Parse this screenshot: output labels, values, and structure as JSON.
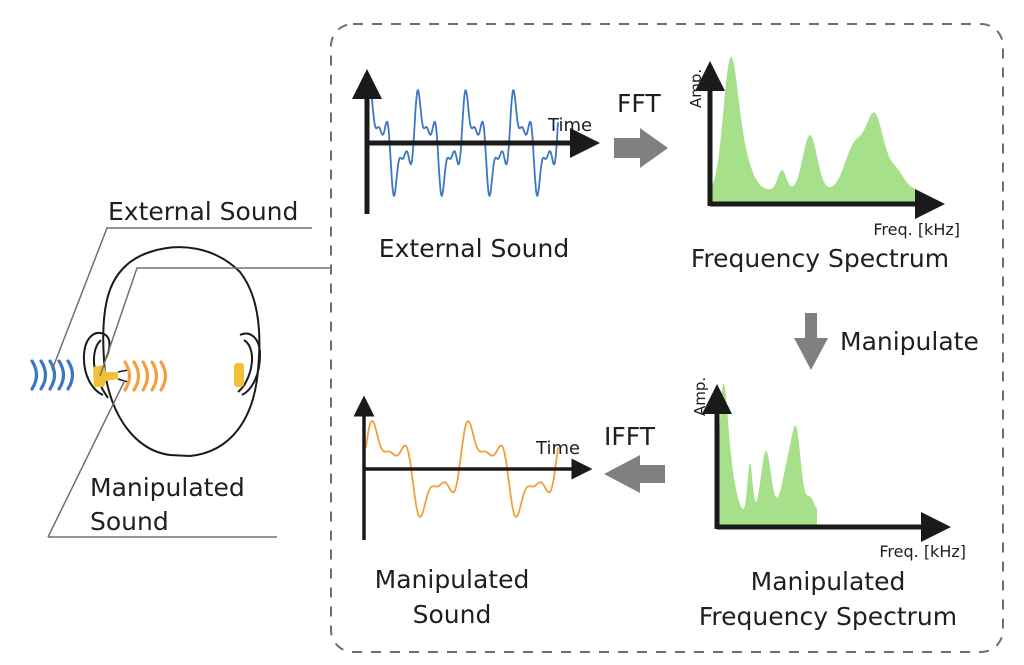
{
  "diagram": {
    "left_panel": {
      "external_sound_label": "External Sound",
      "manipulated_sound_label_line1": "Manipulated",
      "manipulated_sound_label_line2": "Sound"
    },
    "top_left_plot": {
      "caption": "External Sound",
      "x_axis_label": "Time",
      "wave_color": "#3a78c0"
    },
    "top_right_plot": {
      "caption": "Frequency Spectrum",
      "x_axis_label": "Freq. [kHz]",
      "y_axis_label": "Amp.",
      "fill_color": "#a6e08a"
    },
    "bottom_right_plot": {
      "caption_line1": "Manipulated",
      "caption_line2": "Frequency Spectrum",
      "x_axis_label": "Freq. [kHz]",
      "y_axis_label": "Amp.",
      "fill_color": "#a6e08a"
    },
    "bottom_left_plot": {
      "caption_line1": "Manipulated",
      "caption_line2": "Sound",
      "x_axis_label": "Time",
      "wave_color": "#f0a040"
    },
    "arrows": {
      "fft_label": "FFT",
      "manipulate_label": "Manipulate",
      "ifft_label": "IFFT",
      "arrow_color": "#808080"
    },
    "colors": {
      "earpiece": "#f2c037",
      "external_wave_arcs": "#3a78c0",
      "manipulated_wave_arcs": "#f0a040",
      "outline": "#1a1a1a",
      "leader_lines": "#707070",
      "dashed_box": "#6e6e6e"
    }
  }
}
